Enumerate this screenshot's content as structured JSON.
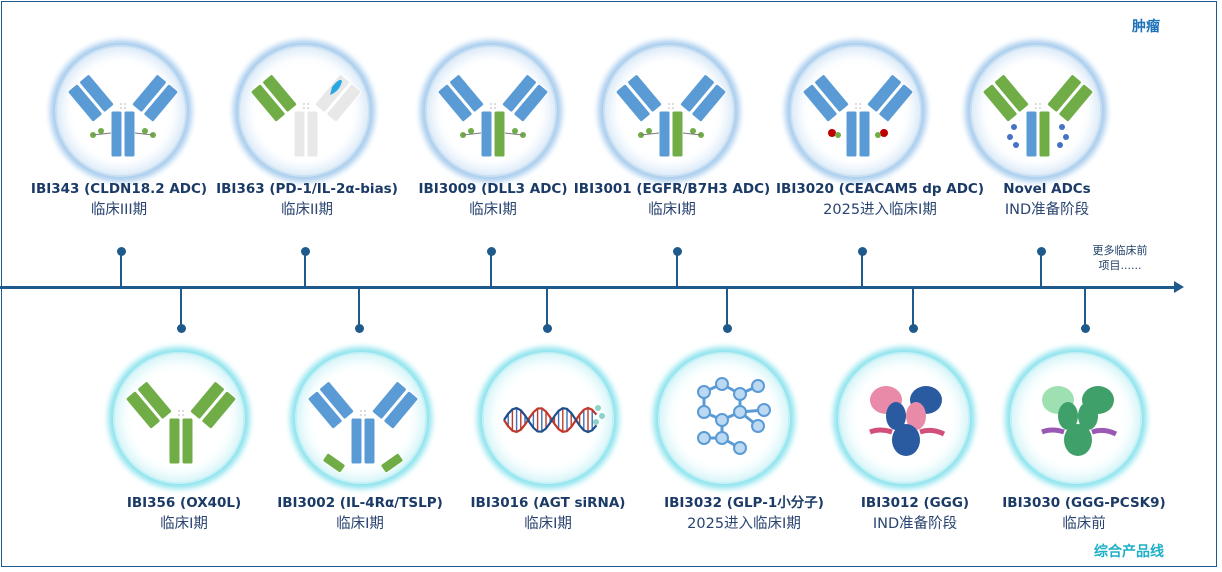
{
  "corner_top": "肿瘤",
  "corner_bottom": "综合产品线",
  "more_label": [
    "更多临床前",
    "项目......"
  ],
  "top_items": [
    {
      "name": "IBI343 (CLDN18.2 ADC)",
      "stage": "临床III期",
      "icon": "adc-antibody-icon"
    },
    {
      "name": "IBI363 (PD-1/IL-2α-bias)",
      "stage": "临床II期",
      "icon": "fusion-antibody-icon"
    },
    {
      "name": "IBI3009 (DLL3 ADC)",
      "stage": "临床I期",
      "icon": "bispecific-adc-icon"
    },
    {
      "name": "IBI3001 (EGFR/B7H3 ADC)",
      "stage": "临床I期",
      "icon": "bispecific-adc-icon"
    },
    {
      "name": "IBI3020 (CEACAM5 dp ADC)",
      "stage": "2025进入临床I期",
      "icon": "dual-payload-adc-icon"
    },
    {
      "name": "Novel ADCs",
      "stage": "IND准备阶段",
      "icon": "novel-adc-icon"
    }
  ],
  "bottom_items": [
    {
      "name": "IBI356 (OX40L)",
      "stage": "临床I期",
      "icon": "antibody-icon"
    },
    {
      "name": "IBI3002 (IL-4Rα/TSLP)",
      "stage": "临床I期",
      "icon": "bispecific-antibody-icon"
    },
    {
      "name": "IBI3016 (AGT siRNA)",
      "stage": "临床I期",
      "icon": "sirna-helix-icon"
    },
    {
      "name": "IBI3032 (GLP-1小分子)",
      "stage": "2025进入临床I期",
      "icon": "small-molecule-icon"
    },
    {
      "name": "IBI3012 (GGG)",
      "stage": "IND准备阶段",
      "icon": "protein-structure-icon"
    },
    {
      "name": "IBI3030 (GGG-PCSK9)",
      "stage": "临床前",
      "icon": "protein-structure-icon"
    }
  ]
}
